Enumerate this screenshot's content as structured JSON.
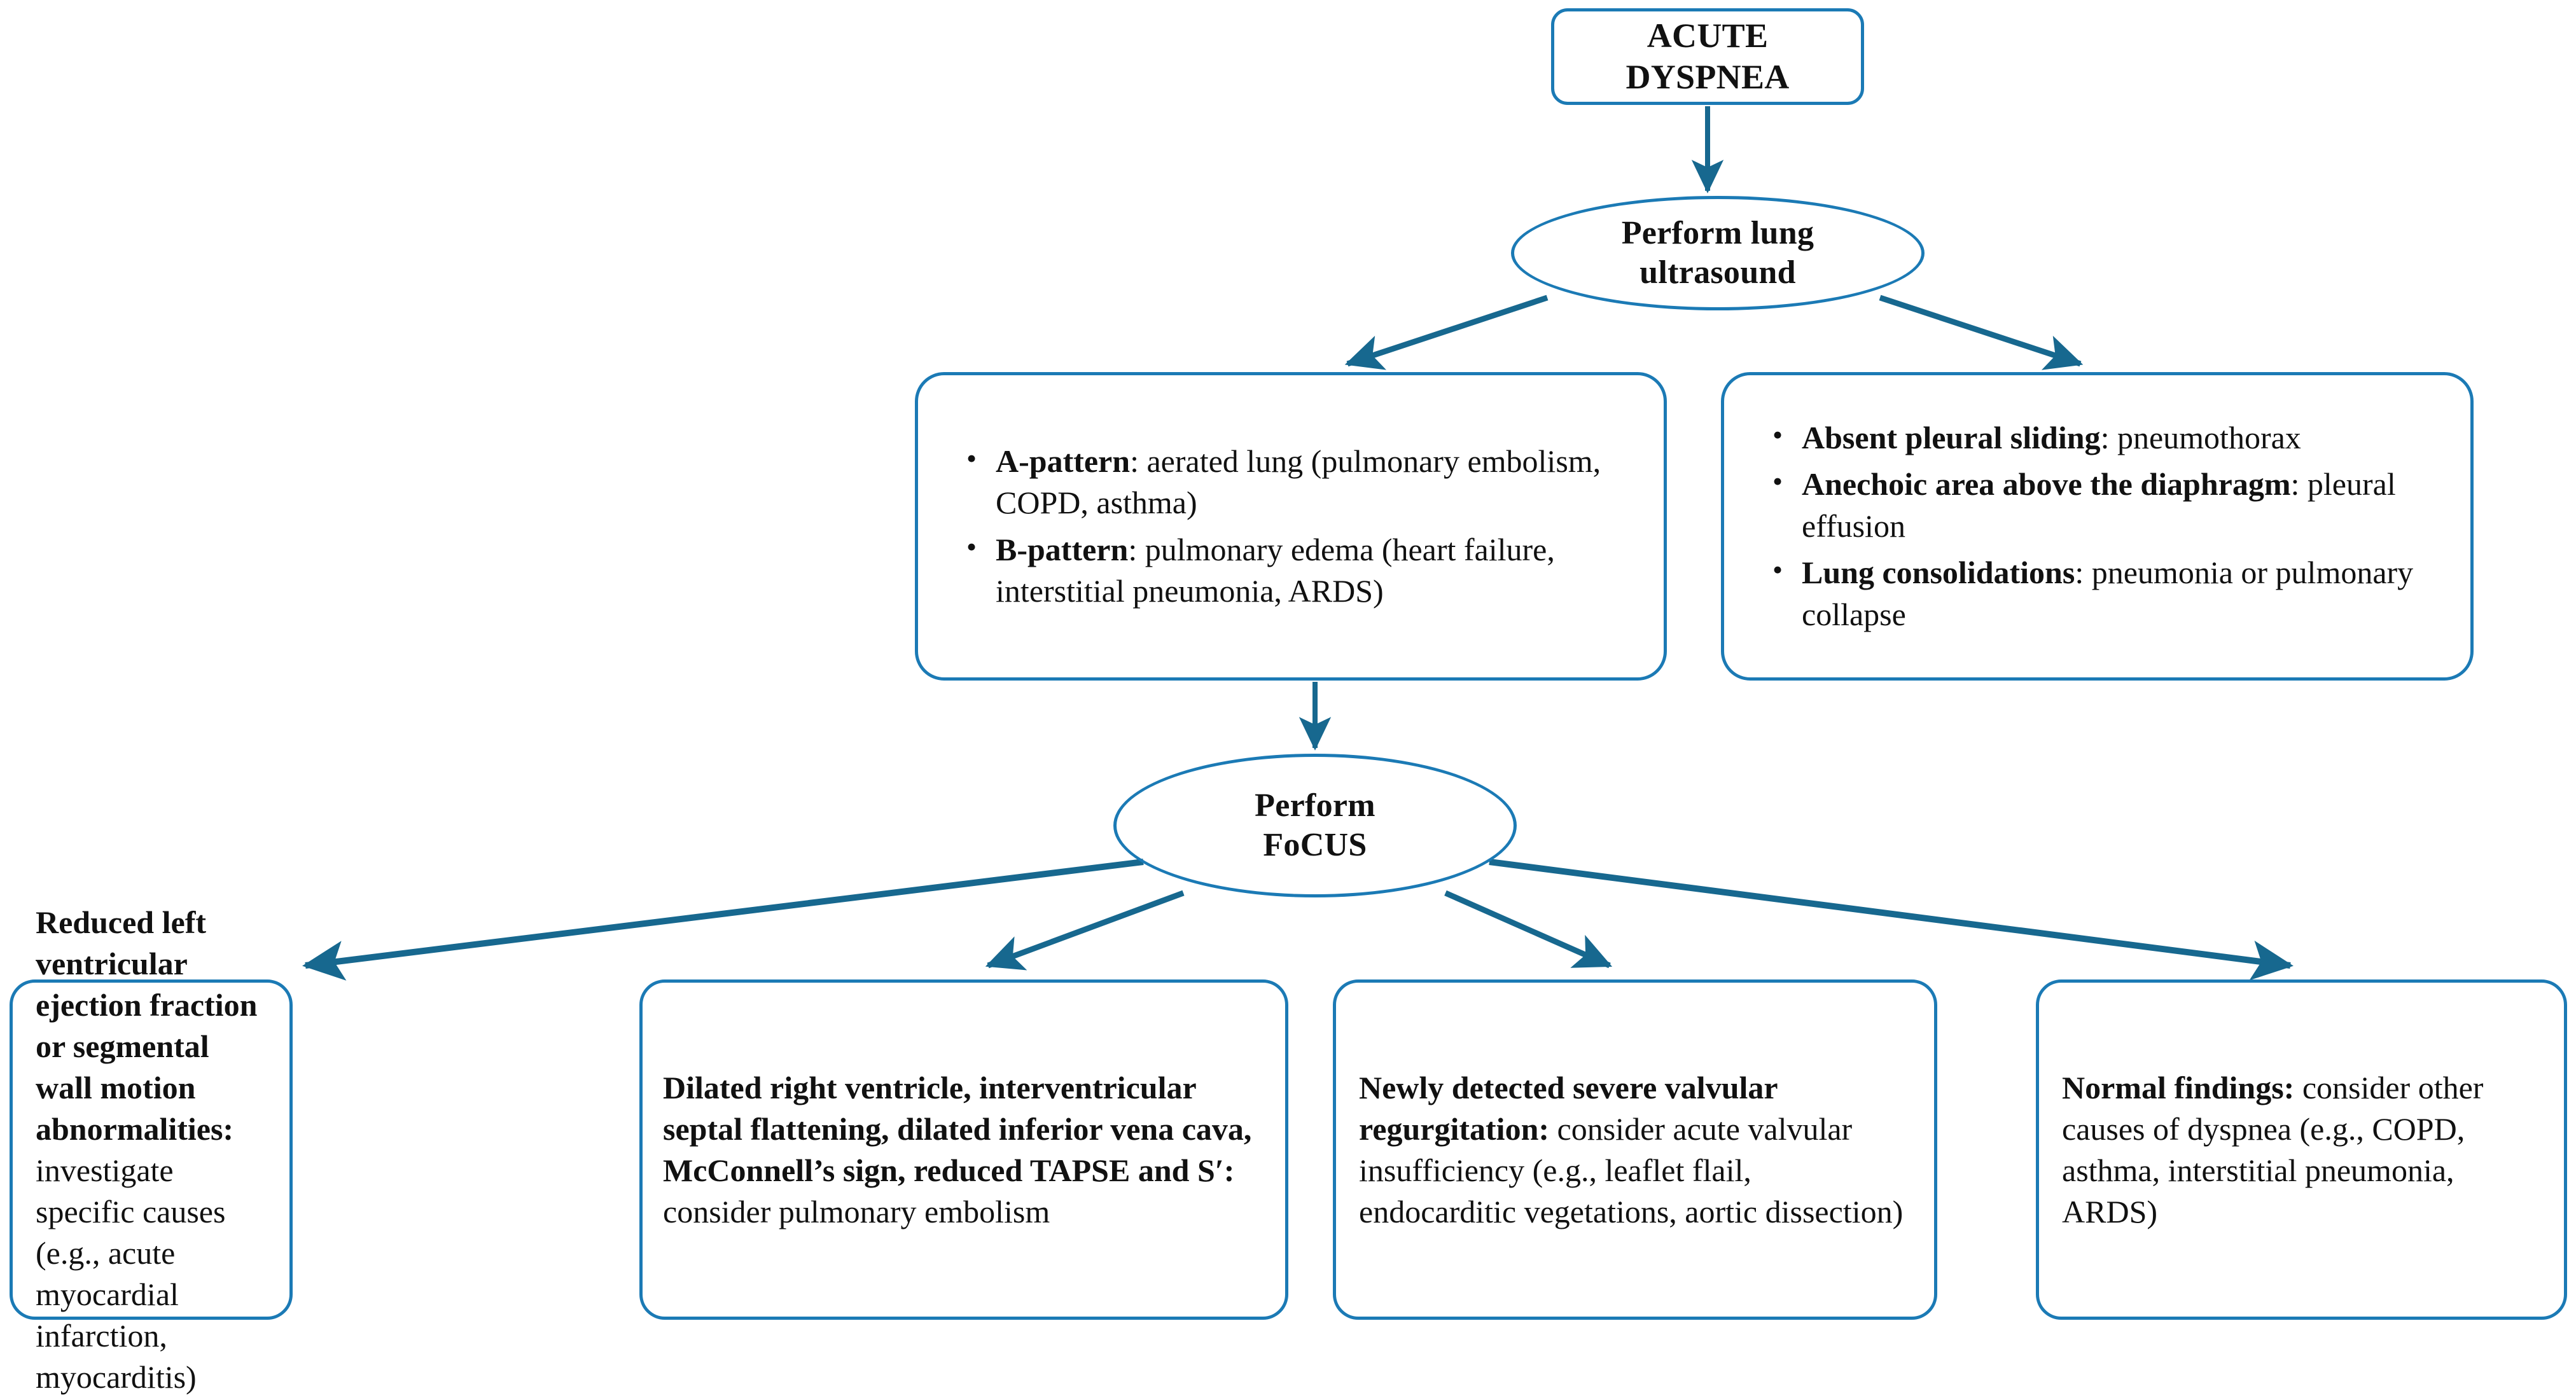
{
  "diagram": {
    "title": "Acute dyspnea point-of-care ultrasound diagnostic algorithm",
    "colors": {
      "node_border": "#1b7ab5",
      "connector": "#17688f",
      "text": "#111111",
      "background": "#ffffff"
    }
  },
  "nodes": {
    "start": {
      "id": "acute-dyspnea",
      "shape": "rounded-rectangle",
      "line1": "ACUTE",
      "line2": "DYSPNEA"
    },
    "lung_ultrasound": {
      "id": "perform-lung-ultrasound",
      "shape": "ellipse",
      "line1": "Perform lung",
      "line2": "ultrasound"
    },
    "focus": {
      "id": "perform-focus",
      "shape": "ellipse",
      "line1": "Perform",
      "line2": "FoCUS"
    },
    "a_b_pattern": {
      "id": "a-b-pattern",
      "shape": "rounded-rectangle",
      "bullets": [
        {
          "term": "A-pattern",
          "separator": ": ",
          "description": "aerated lung (pulmonary embolism, COPD, asthma)"
        },
        {
          "term": "B-pattern",
          "separator": ": ",
          "description": "pulmonary edema (heart failure, interstitial pneumonia, ARDS)"
        }
      ]
    },
    "pleural_findings": {
      "id": "pleural-findings",
      "shape": "rounded-rectangle",
      "bullets": [
        {
          "term": "Absent pleural sliding",
          "separator": ": ",
          "description": "pneumothorax"
        },
        {
          "term": "Anechoic area above the diaphragm",
          "separator": ": ",
          "description": "pleural effusion"
        },
        {
          "term": "Lung consolidations",
          "separator": ": ",
          "description": "pneumonia or pulmonary collapse"
        }
      ]
    },
    "lv_dysfunction": {
      "id": "lv-dysfunction",
      "shape": "rounded-rectangle",
      "term": "Reduced left ventricular ejection fraction or segmental wall motion abnormalities:",
      "description": " investigate specific causes (e.g., acute myocardial infarction, myocarditis)"
    },
    "rv_strain": {
      "id": "rv-strain",
      "shape": "rounded-rectangle",
      "term": "Dilated right ventricle, interventricular septal flattening, dilated inferior vena cava, McConnell’s sign, reduced TAPSE and S′:",
      "description": " consider pulmonary embolism"
    },
    "valvular": {
      "id": "valvular",
      "shape": "rounded-rectangle",
      "term": "Newly detected severe valvular regurgitation:",
      "description": " consider acute valvular insufficiency (e.g., leaflet flail, endocarditic vegetations, aortic dissection)"
    },
    "normal_findings": {
      "id": "normal-findings",
      "shape": "rounded-rectangle",
      "term": "Normal findings:",
      "description": " consider other causes of dyspnea (e.g., COPD, asthma, interstitial pneumonia, ARDS)"
    }
  },
  "edges": [
    {
      "name": "start-to-lung-ultrasound",
      "from": "acute-dyspnea",
      "to": "perform-lung-ultrasound",
      "style": "arrow-down"
    },
    {
      "name": "lung-ultrasound-to-a-b-pattern",
      "from": "perform-lung-ultrasound",
      "to": "a-b-pattern",
      "style": "arrow-diagonal-left"
    },
    {
      "name": "lung-ultrasound-to-pleural",
      "from": "perform-lung-ultrasound",
      "to": "pleural-findings",
      "style": "arrow-diagonal-right"
    },
    {
      "name": "a-b-pattern-to-focus",
      "from": "a-b-pattern",
      "to": "perform-focus",
      "style": "arrow-down"
    },
    {
      "name": "focus-to-lv-dysfunction",
      "from": "perform-focus",
      "to": "lv-dysfunction",
      "style": "arrow-diagonal-left"
    },
    {
      "name": "focus-to-rv-strain",
      "from": "perform-focus",
      "to": "rv-strain",
      "style": "arrow-diagonal-left"
    },
    {
      "name": "focus-to-valvular",
      "from": "perform-focus",
      "to": "valvular",
      "style": "arrow-diagonal-right"
    },
    {
      "name": "focus-to-normal-findings",
      "from": "perform-focus",
      "to": "normal-findings",
      "style": "arrow-diagonal-right"
    }
  ]
}
